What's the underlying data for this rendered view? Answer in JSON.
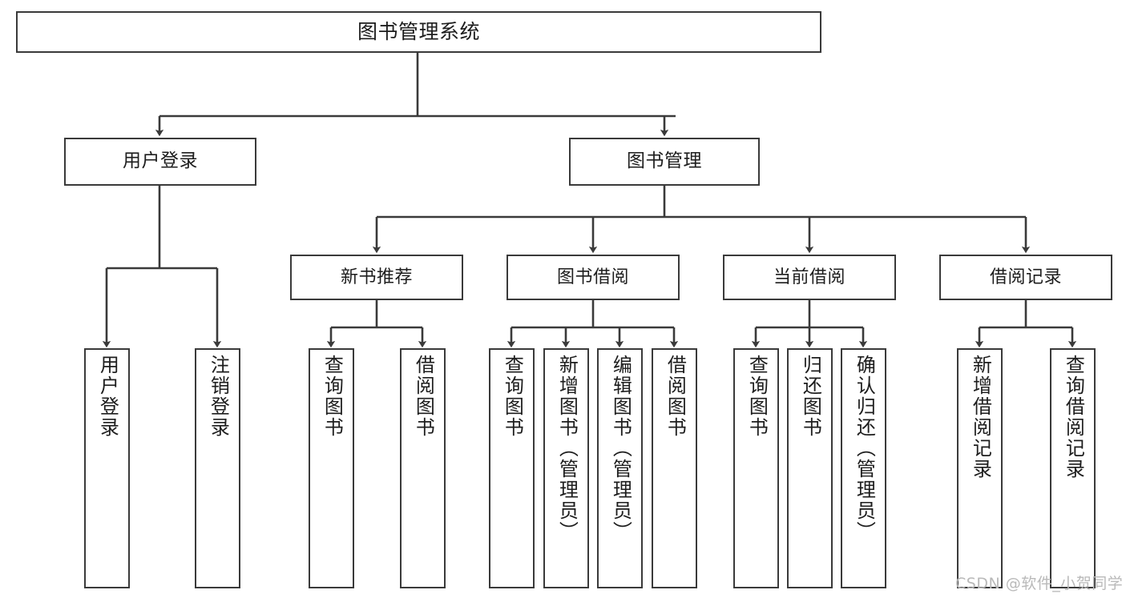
{
  "diagram": {
    "title": "图书管理系统",
    "type": "tree",
    "watermark": "CSDN @软件_小贺同学",
    "colors": {
      "stroke": "#3a3a3a",
      "fill": "#ffffff",
      "text": "#1d1d1d",
      "watermark": "#b9b9b9"
    },
    "nodes": {
      "root": {
        "label": "图书管理系统"
      },
      "branches": [
        {
          "label": "用户登录"
        },
        {
          "label": "图书管理"
        }
      ],
      "groups": [
        {
          "label": "新书推荐"
        },
        {
          "label": "图书借阅"
        },
        {
          "label": "当前借阅"
        },
        {
          "label": "借阅记录"
        }
      ],
      "leaves_user_login": [
        {
          "label": "用户登录"
        },
        {
          "label": "注销登录"
        }
      ],
      "leaves_new_book": [
        {
          "label": "查询图书"
        },
        {
          "label": "借阅图书"
        }
      ],
      "leaves_borrow": [
        {
          "label": "查询图书"
        },
        {
          "label": "新增图书（管理员）"
        },
        {
          "label": "编辑图书（管理员）"
        },
        {
          "label": "借阅图书"
        }
      ],
      "leaves_current": [
        {
          "label": "查询图书"
        },
        {
          "label": "归还图书"
        },
        {
          "label": "确认归还（管理员）"
        }
      ],
      "leaves_records": [
        {
          "label": "新增借阅记录"
        },
        {
          "label": "查询借阅记录"
        }
      ]
    }
  }
}
